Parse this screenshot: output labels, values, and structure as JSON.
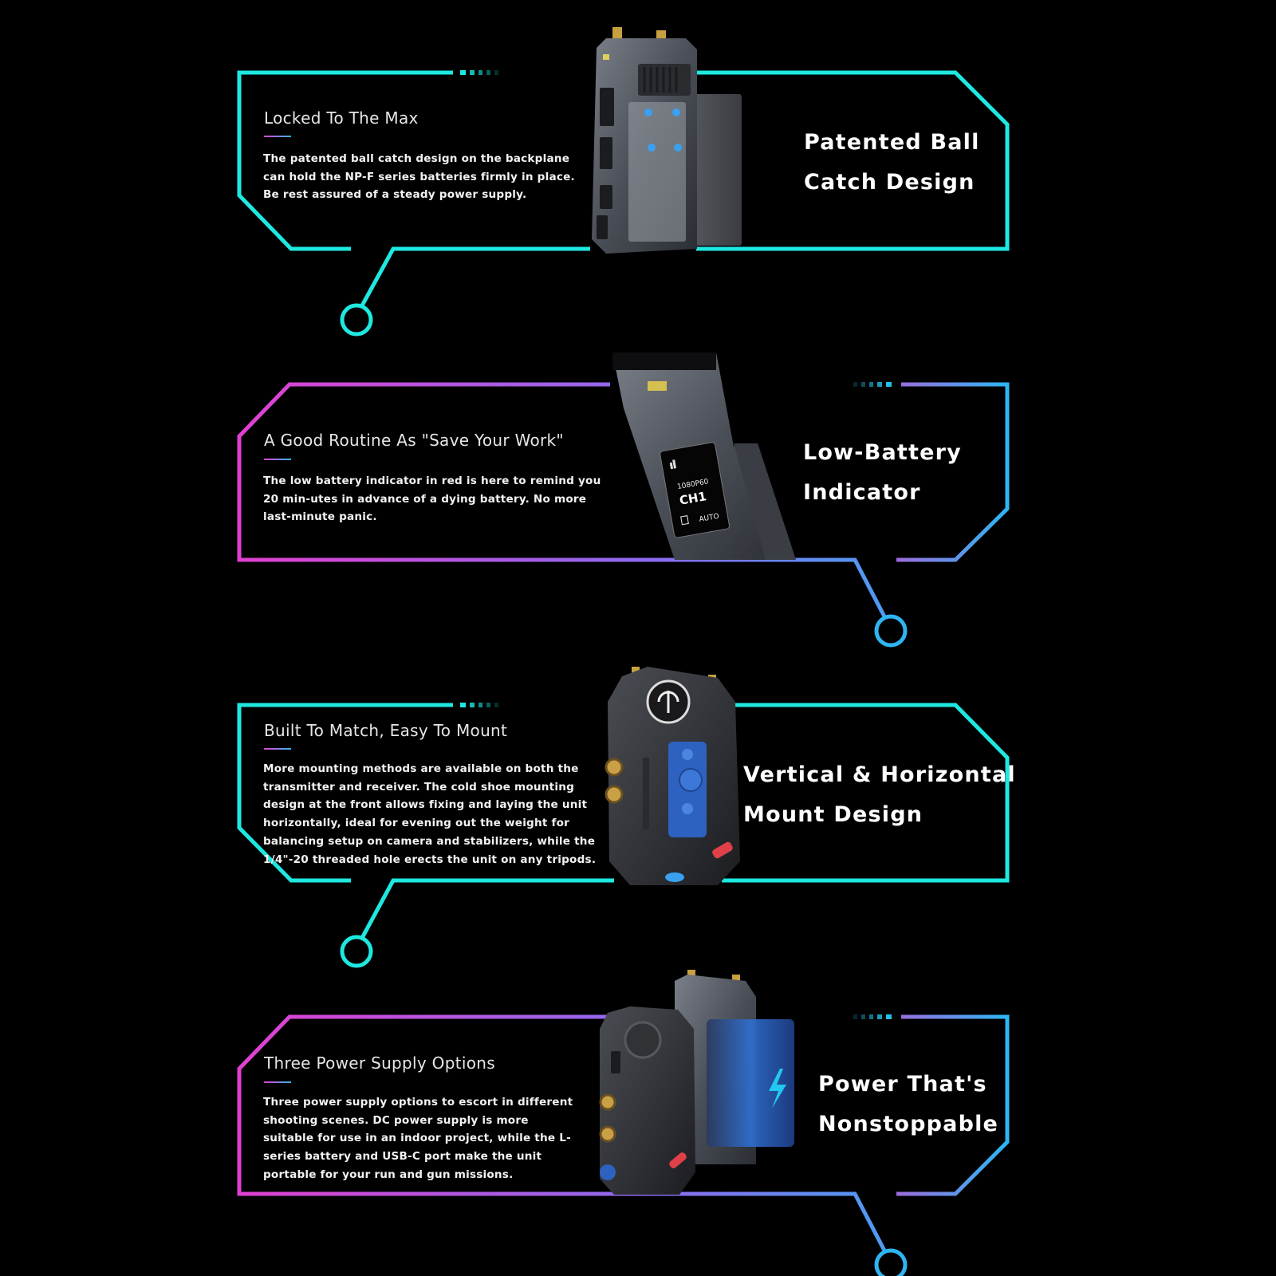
{
  "colors": {
    "background": "#000000",
    "cyan": "#1ee8e0",
    "magenta": "#e040d0",
    "blue": "#2fb4f2"
  },
  "sections": [
    {
      "title": "Locked To The Max",
      "body": "The patented ball catch design on the backplane can hold the NP-F series batteries firmly in place. Be rest assured of a steady power supply.",
      "headline_lines": [
        "Patented Ball",
        "Catch Design"
      ],
      "frame_style": "cyan",
      "device": "transmitter-with-battery"
    },
    {
      "title": "A Good Routine As \"Save Your Work\"",
      "body": "The low battery indicator in red is here to remind you 20 min-utes in advance of a dying battery. No more last-minute panic.",
      "headline_lines": [
        "Low-Battery",
        "Indicator"
      ],
      "frame_style": "gradient",
      "device": "oled-display-closeup",
      "screen": {
        "res": "1080P60",
        "channel": "CH1",
        "mode": "AUTO"
      }
    },
    {
      "title": "Built To Match, Easy To Mount",
      "body": "More mounting methods are available on both the transmitter and receiver. The cold shoe mounting design at the front allows fixing and laying the unit horizontally, ideal for evening out the weight for balancing setup on camera and stabilizers, while the 1/4\"-20 threaded hole erects the unit on any tripods.",
      "headline_lines": [
        "Vertical & Horizontal",
        "Mount Design"
      ],
      "frame_style": "cyan",
      "device": "receiver-front-mount"
    },
    {
      "title": "Three Power Supply Options",
      "body": "Three power supply options to escort in different shooting scenes. DC power supply is more suitable for use in an indoor project, while the L-series battery and USB-C port make the unit portable for your run and gun missions.",
      "headline_lines": [
        "Power That's",
        "Nonstoppable"
      ],
      "frame_style": "gradient",
      "device": "pair-with-battery"
    }
  ]
}
